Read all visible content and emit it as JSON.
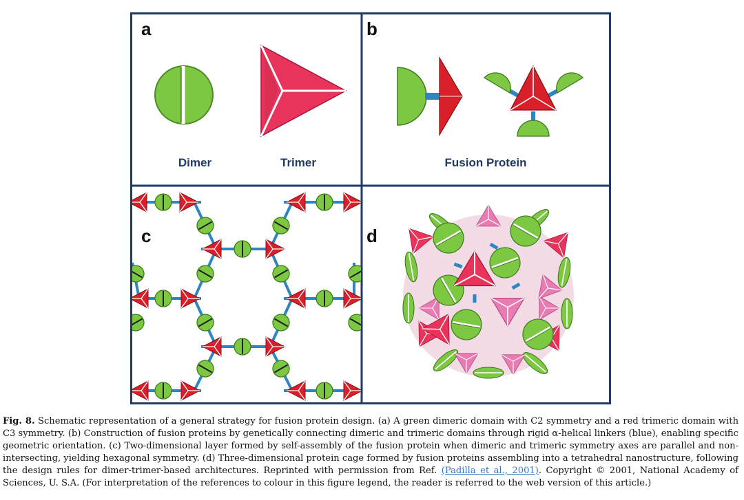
{
  "panels": {
    "a": {
      "letter": "a",
      "dimer_label": "Dimer",
      "trimer_label": "Trimer"
    },
    "b": {
      "letter": "b",
      "label": "Fusion Protein"
    },
    "c": {
      "letter": "c"
    },
    "d": {
      "letter": "d"
    }
  },
  "caption": {
    "fig_label": "Fig. 8.",
    "text_before_link": " Schematic representation of a general strategy for fusion protein design. (a) A green dimeric domain with C2 symmetry and a red trimeric domain with C3 symmetry. (b) Construction of fusion proteins by genetically connecting dimeric and trimeric domains through rigid α-helical linkers (blue), enabling specific geometric orientation. (c) Two-dimensional layer formed by self-assembly of the fusion protein when dimeric and trimeric symmetry axes are parallel and non-intersecting, yielding hexagonal symmetry. (d) Three-dimensional protein cage formed by fusion proteins assembling into a tetrahedral nanostructure, following the design rules for dimer-trimer-based architectures. Reprinted with permission from Ref. ",
    "link_text": "(Padilla et al., 2001)",
    "text_after_link": ". Copyright © 2001, National Academy of Sciences, U. S.A. (For interpretation of the references to colour in this figure legend, the reader is referred to the web version of this article.)"
  },
  "colors": {
    "border": "#1f3a63",
    "label": "#1f3a63",
    "green": "#7dc843",
    "green_dark": "#3f7a1c",
    "red": "#d81f2a",
    "red_dark": "#8f0d14",
    "crimson": "#e8345b",
    "pink": "#e87bb2",
    "linker": "#2e86c1"
  },
  "icons": [
    "green-dimer-icon",
    "red-trimer-icon",
    "alpha-helical-linker-icon"
  ]
}
